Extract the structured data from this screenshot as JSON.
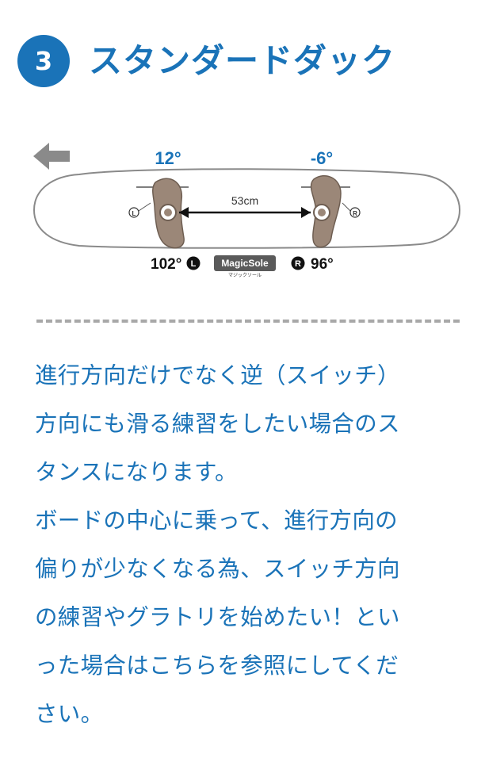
{
  "step": {
    "number": "3",
    "title": "スタンダードダック"
  },
  "diagram": {
    "front_angle": "12°",
    "rear_angle": "-6°",
    "stance_width": "53cm",
    "left_binding_marker": "L",
    "right_binding_marker": "R",
    "left_setting": "102°",
    "right_setting": "96°",
    "brand_logo": "MagicSole",
    "brand_sub": "マジックソール",
    "direction_icon": "arrow-left-icon"
  },
  "description": {
    "lines": [
      "進行方向だけでなく逆（スイッチ）",
      "方向にも滑る練習をしたい場合のス",
      "タンスになります。",
      "ボードの中心に乗って、進行方向の",
      "偏りが少なくなる為、スイッチ方向",
      "の練習やグラトリを始めたい！とい",
      "った場合はこちらを参照にしてくだ",
      "さい。"
    ]
  }
}
